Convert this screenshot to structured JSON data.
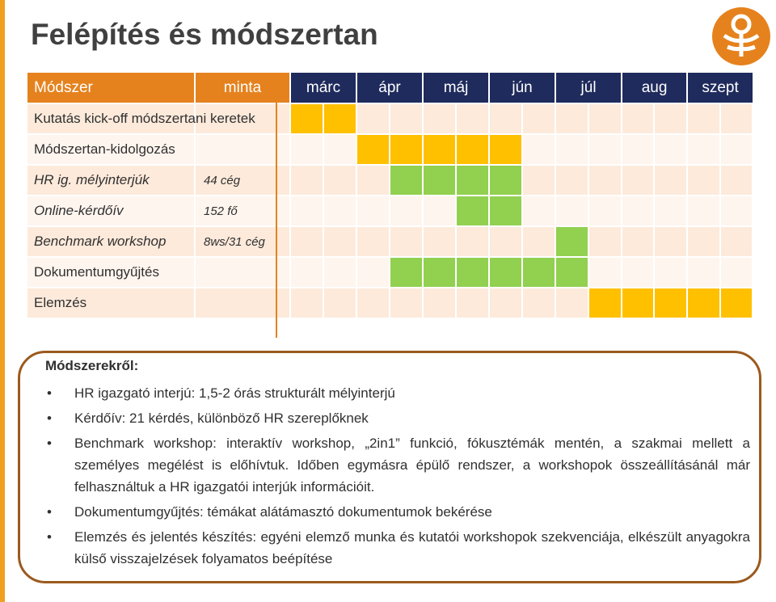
{
  "title": "Felépítés és módszertan",
  "colors": {
    "orange_header": "#e5821e",
    "navy_header": "#1f2b5c",
    "yellow": "#ffc000",
    "green": "#92d050",
    "row_bg": "#fdeadb",
    "box_border": "#9b5a1e"
  },
  "table": {
    "headers": [
      "Módszer",
      "minta",
      "márc",
      "ápr",
      "máj",
      "jún",
      "júl",
      "aug",
      "szept"
    ],
    "rows": [
      {
        "label": "Kutatás kick-off módszertani keretek",
        "sample": "",
        "cells": [
          "yellow",
          "yellow",
          "",
          "",
          "",
          "",
          "",
          "",
          "",
          "",
          "",
          "",
          "",
          ""
        ]
      },
      {
        "label": "Módszertan-kidolgozás",
        "sample": "",
        "cells": [
          "",
          "",
          "yellow",
          "yellow",
          "yellow",
          "yellow",
          "yellow",
          "",
          "",
          "",
          "",
          "",
          "",
          ""
        ]
      },
      {
        "label": "HR ig. mélyinterjúk",
        "sample": "44 cég",
        "cells": [
          "",
          "",
          "",
          "green",
          "green",
          "green",
          "green",
          "",
          "",
          "",
          "",
          "",
          "",
          ""
        ]
      },
      {
        "label": "Online-kérdőív",
        "sample": "152 fő",
        "cells": [
          "",
          "",
          "",
          "",
          "",
          "green",
          "green",
          "",
          "",
          "",
          "",
          "",
          "",
          ""
        ]
      },
      {
        "label": "Benchmark workshop",
        "sample": "8ws/31 cég",
        "cells": [
          "",
          "",
          "",
          "",
          "",
          "",
          "",
          "",
          "green",
          "",
          "",
          "",
          "",
          ""
        ]
      },
      {
        "label": "Dokumentumgyűjtés",
        "sample": "",
        "cells": [
          "",
          "",
          "",
          "green",
          "green",
          "green",
          "green",
          "green",
          "green",
          "",
          "",
          "",
          "",
          ""
        ]
      },
      {
        "label": "Elemzés",
        "sample": "",
        "cells": [
          "",
          "",
          "",
          "",
          "",
          "",
          "",
          "",
          "",
          "yellow",
          "yellow",
          "yellow",
          "yellow",
          "yellow"
        ]
      }
    ]
  },
  "notes": {
    "title": "Módszerekről:",
    "items": [
      "HR igazgató interjú: 1,5-2 órás strukturált mélyinterjú",
      "Kérdőív: 21 kérdés, különböző HR szereplőknek",
      "Benchmark workshop: interaktív workshop, „2in1” funkció, fókusztémák mentén, a szakmai mellett a személyes megélést is előhívtuk. Időben egymásra épülő rendszer, a workshopok összeállításánál már felhasználtuk a HR igazgatói interjúk információit.",
      "Dokumentumgyűjtés: témákat alátámasztó dokumentumok bekérése",
      "Elemzés és jelentés készítés: egyéni elemző munka és kutatói workshopok szekvenciája, elkészült anyagokra külső visszajelzések folyamatos beépítése"
    ]
  }
}
